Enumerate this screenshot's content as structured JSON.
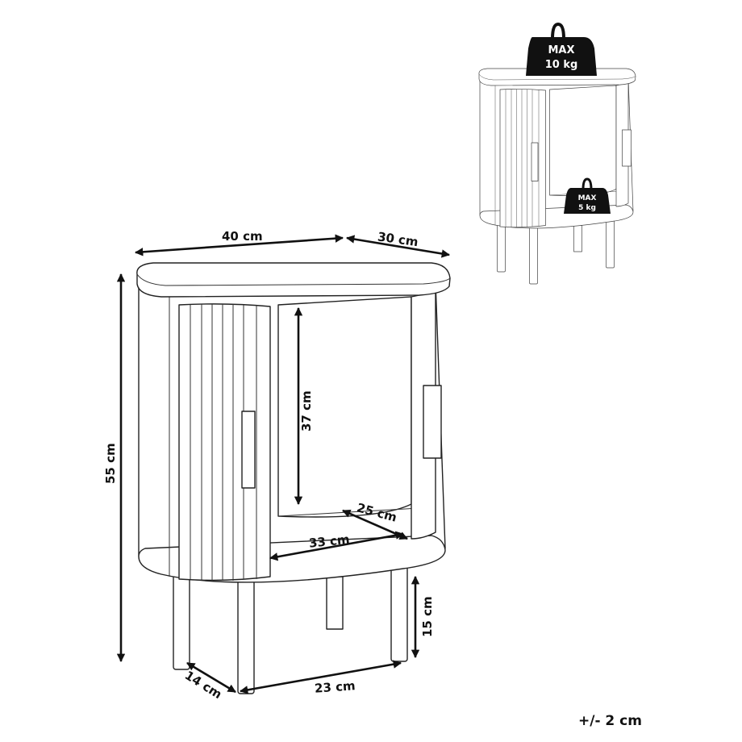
{
  "dimensions": {
    "width": "40 cm",
    "depth": "30 cm",
    "height": "55 cm",
    "inner_height": "37 cm",
    "shelf_depth": "25 cm",
    "shelf_width": "33 cm",
    "leg_height": "15 cm",
    "leg_depth_span": "14 cm",
    "leg_width_span": "23 cm"
  },
  "tolerance": "+/- 2 cm",
  "load": {
    "top_line1": "MAX",
    "top_line2": "10 kg",
    "shelf_line1": "MAX",
    "shelf_line2": "5 kg"
  }
}
